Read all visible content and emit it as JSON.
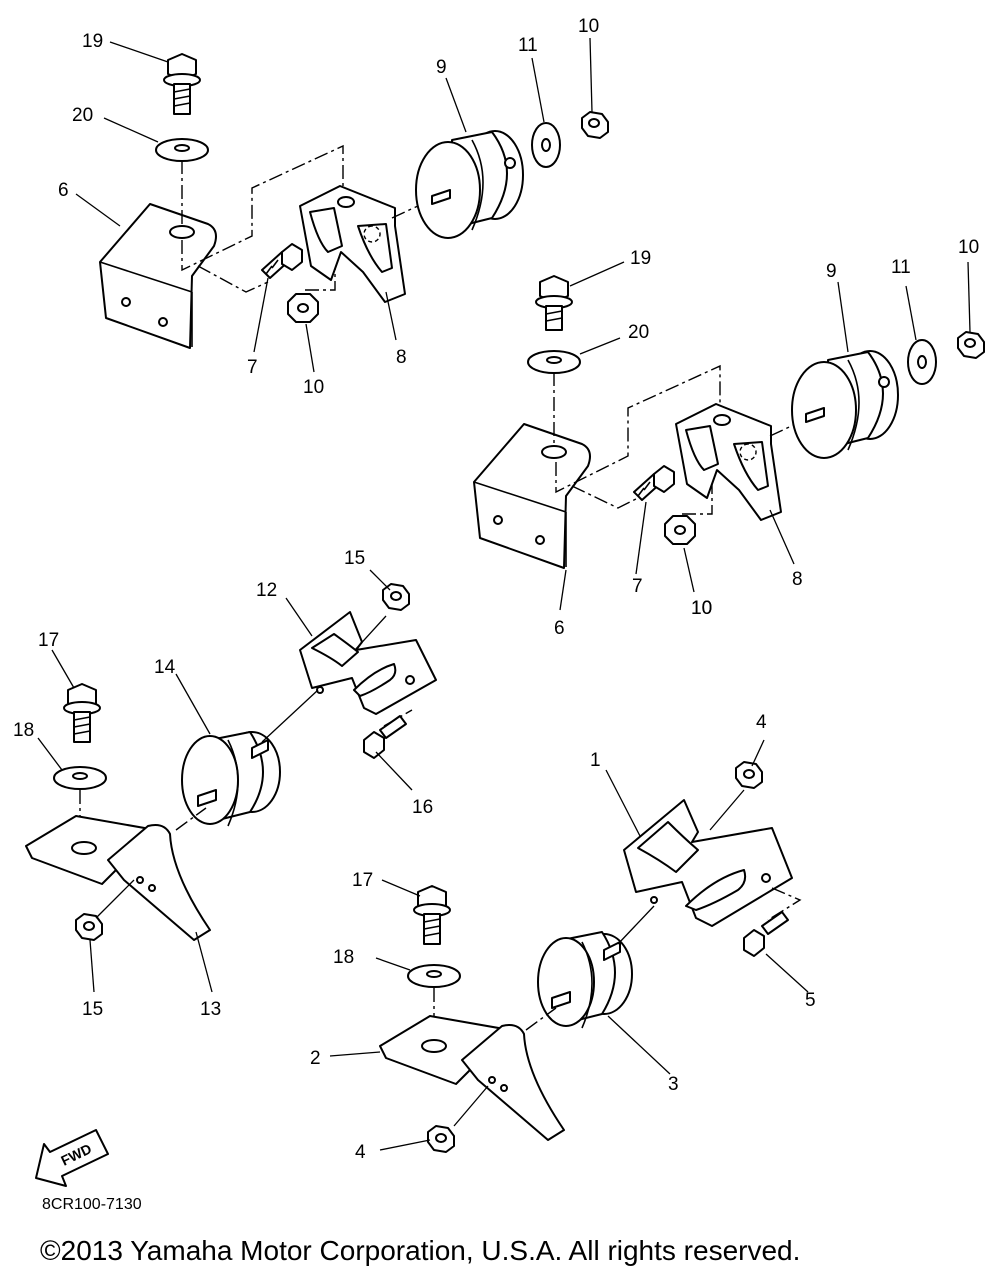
{
  "callouts": [
    "19",
    "20",
    "6",
    "7",
    "8",
    "9",
    "10",
    "11",
    "10",
    "10",
    "19",
    "20",
    "9",
    "11",
    "10",
    "7",
    "8",
    "10",
    "6",
    "15",
    "12",
    "17",
    "14",
    "18",
    "16",
    "4",
    "1",
    "17",
    "18",
    "15",
    "13",
    "5",
    "2",
    "3",
    "4"
  ],
  "fwd_label": "FWD",
  "part_code": "8CR100-7130",
  "copyright": "©2013 Yamaha Motor Corporation, U.S.A. All rights reserved."
}
